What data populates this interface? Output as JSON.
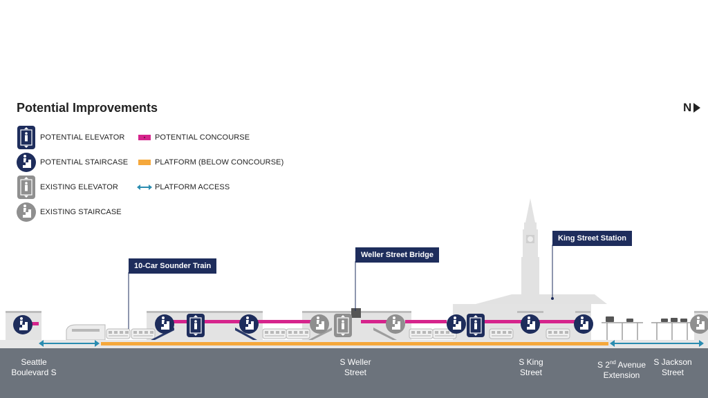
{
  "title": "Potential Improvements",
  "north_label": "N",
  "legend": {
    "potential_elevator": "POTENTIAL ELEVATOR",
    "potential_staircase": "POTENTIAL STAIRCASE",
    "existing_elevator": "EXISTING ELEVATOR",
    "existing_staircase": "EXISTING STAIRCASE",
    "potential_concourse": "POTENTIAL CONCOURSE",
    "platform": "PLATFORM (BELOW CONCOURSE)",
    "platform_access": "PLATFORM ACCESS"
  },
  "callouts": {
    "sounder_train": "10-Car Sounder Train",
    "weller_bridge": "Weller Street Bridge",
    "king_station": "King Street Station"
  },
  "streets": {
    "seattle_blvd_line1": "Seattle",
    "seattle_blvd_line2": "Boulevard S",
    "weller_line1": "S Weller",
    "weller_line2": "Street",
    "king_line1": "S King",
    "king_line2": "Street",
    "second_ave_prefix": "S 2",
    "second_ave_sup": "nd",
    "second_ave_suffix": " Avenue",
    "second_ave_line2": "Extension",
    "jackson_line1": "S Jackson",
    "jackson_line2": "Street"
  },
  "colors": {
    "navy": "#1e2d5c",
    "concourse": "#d6248c",
    "platform": "#f5a83c",
    "access": "#2a8cb0",
    "existing": "#8f8f8f",
    "ground": "#6c737c",
    "structure": "#e3e3e3"
  }
}
